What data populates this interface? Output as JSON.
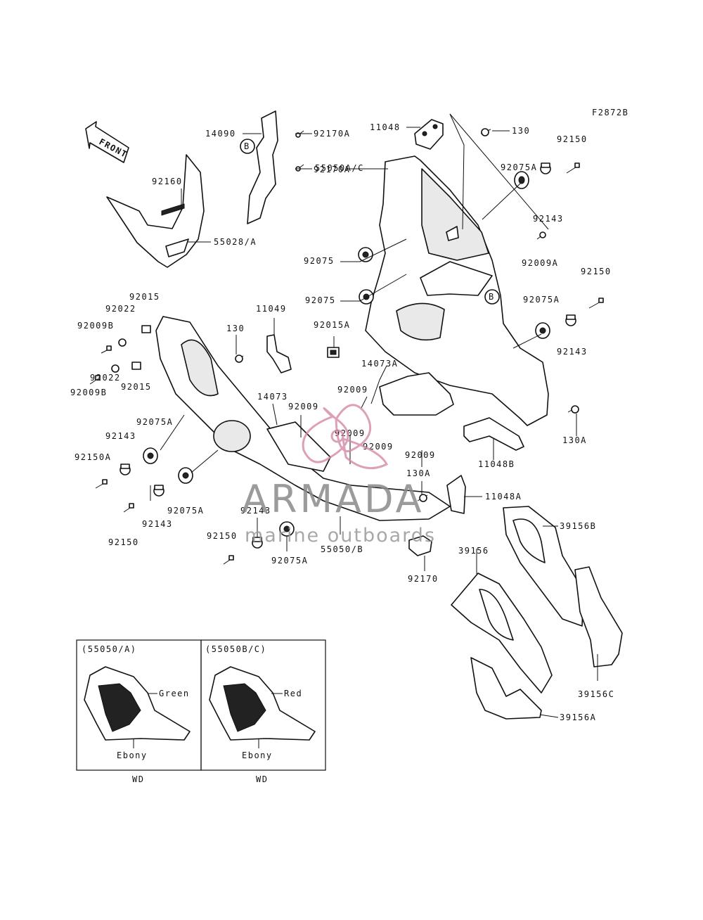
{
  "diagram_code": "F2872B",
  "front_label": "FRONT",
  "callout_b": "B",
  "watermark": {
    "brand": "ARMADA",
    "tagline": "marine outboards"
  },
  "labels": {
    "p14090": "14090",
    "p92170A_1": "92170A",
    "p92170A_2": "92170A",
    "p11048": "11048",
    "p130": "130",
    "p92150_a": "92150",
    "p92160": "92160",
    "p92075A_a": "92075A",
    "p55050AC": "55050A/C",
    "p92143_a": "92143",
    "p55028A": "55028/A",
    "p92075_a": "92075",
    "p92009A": "92009A",
    "p92150_b": "92150",
    "p92015_a": "92015",
    "p92075_b": "92075",
    "p92022_a": "92022",
    "p11049": "11049",
    "p92075A_b": "92075A",
    "p92009B_a": "92009B",
    "p130_b": "130",
    "p92015A": "92015A",
    "p92143_b": "92143",
    "p14073A": "14073A",
    "p92015_b": "92015",
    "p92022_b": "92022",
    "p92009_a": "92009",
    "p92009B_b": "92009B",
    "p14073": "14073",
    "p92009_b": "92009",
    "p92075A_c": "92075A",
    "p92009_c": "92009",
    "p92009_d": "92009",
    "p92009_e": "92009",
    "p130A": "130A",
    "p92143_c": "92143",
    "p11048B": "11048B",
    "p92150A": "92150A",
    "p130A_b": "130A",
    "p11048A": "11048A",
    "p92075A_d": "92075A",
    "p92143_d": "92143",
    "p92143_e": "92143",
    "p39156B": "39156B",
    "p92150_c": "92150",
    "p39156": "39156",
    "p92150_d": "92150",
    "p55050B": "55050/B",
    "p92075A_e": "92075A",
    "p92170": "92170",
    "p39156C": "39156C",
    "p39156A": "39156A"
  },
  "inset_left": {
    "title": "(55050/A)",
    "color_top": "Green",
    "color_bottom": "Ebony",
    "note": "WD"
  },
  "inset_right": {
    "title": "(55050B/C)",
    "color_top": "Red",
    "color_bottom": "Ebony",
    "note": "WD"
  }
}
